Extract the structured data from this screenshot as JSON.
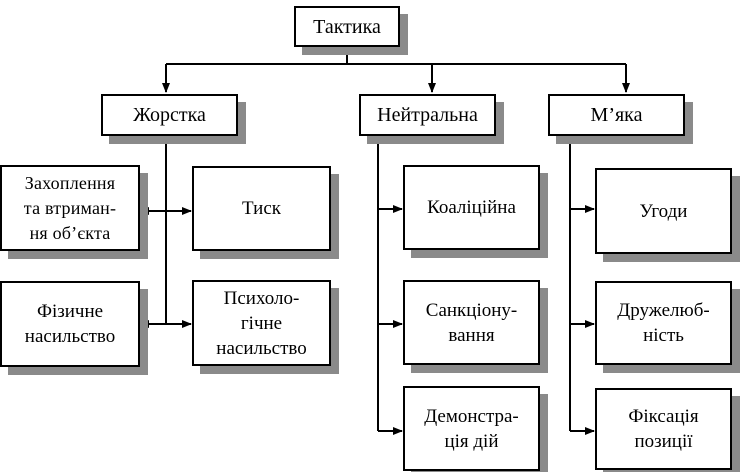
{
  "diagram": {
    "root": "Тактика",
    "categories": {
      "harsh": {
        "label": "Жорстка",
        "items": [
          "Захоплення\nта втриман-\nня об’єкта",
          "Тиск",
          "Фізичне\nнасильство",
          "Психоло-\nгічне\nнасильство"
        ]
      },
      "neutral": {
        "label": "Нейтральна",
        "items": [
          "Коаліційна",
          "Санкціону-\nвання",
          "Демонстра-\nція дій"
        ]
      },
      "soft": {
        "label": "М’яка",
        "items": [
          "Угоди",
          "Дружелюб-\nність",
          "Фіксація\nпозиції"
        ]
      }
    }
  }
}
